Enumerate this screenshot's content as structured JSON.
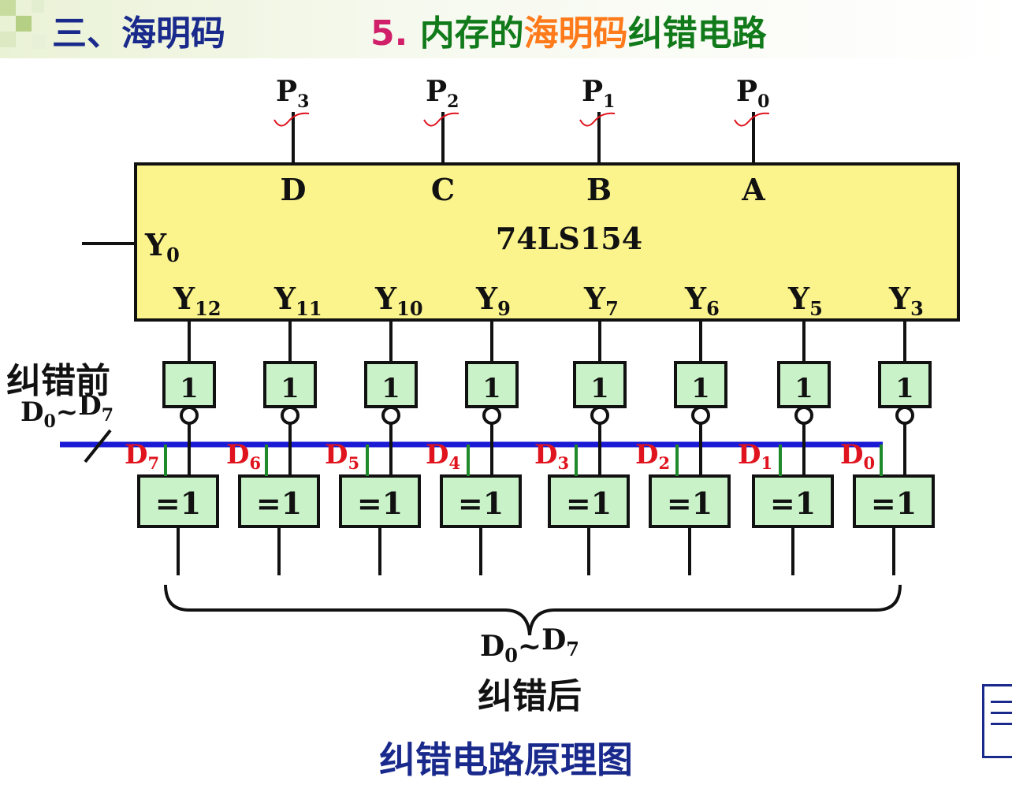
{
  "header": {
    "section": "三、海明码",
    "sub_num": "5.",
    "sub_a": "内存的",
    "sub_b": "海明码",
    "sub_c": "纠错电路"
  },
  "chip": {
    "name": "74LS154",
    "inputs": [
      {
        "pin": "D",
        "p": "P",
        "idx": "3"
      },
      {
        "pin": "C",
        "p": "P",
        "idx": "2"
      },
      {
        "pin": "B",
        "p": "P",
        "idx": "1"
      },
      {
        "pin": "A",
        "p": "P",
        "idx": "0"
      }
    ],
    "y0": {
      "y": "Y",
      "idx": "0"
    },
    "outputs": [
      {
        "y": "Y",
        "idx": "12"
      },
      {
        "y": "Y",
        "idx": "11"
      },
      {
        "y": "Y",
        "idx": "10"
      },
      {
        "y": "Y",
        "idx": "9"
      },
      {
        "y": "Y",
        "idx": "7"
      },
      {
        "y": "Y",
        "idx": "6"
      },
      {
        "y": "Y",
        "idx": "5"
      },
      {
        "y": "Y",
        "idx": "3"
      }
    ]
  },
  "not_gate_label": "1",
  "xor_gate_label": "=1",
  "data_bits": [
    {
      "d": "D",
      "idx": "7"
    },
    {
      "d": "D",
      "idx": "6"
    },
    {
      "d": "D",
      "idx": "5"
    },
    {
      "d": "D",
      "idx": "4"
    },
    {
      "d": "D",
      "idx": "3"
    },
    {
      "d": "D",
      "idx": "2"
    },
    {
      "d": "D",
      "idx": "1"
    },
    {
      "d": "D",
      "idx": "0"
    }
  ],
  "before_label": "纠错前",
  "before_range": {
    "a": "D",
    "ai": "0",
    "tilde": "~",
    "b": "D",
    "bi": "7"
  },
  "after_range": {
    "a": "D",
    "ai": "0",
    "tilde": "~",
    "b": "D",
    "bi": "7"
  },
  "after_label": "纠错后",
  "caption": "纠错电路原理图",
  "colors": {
    "chip_fill": "#fbf48c",
    "gate_fill": "#c9f2c8",
    "bus": "#1b1bd6",
    "data_label": "#e0141e",
    "link": "#1f8a2a"
  }
}
